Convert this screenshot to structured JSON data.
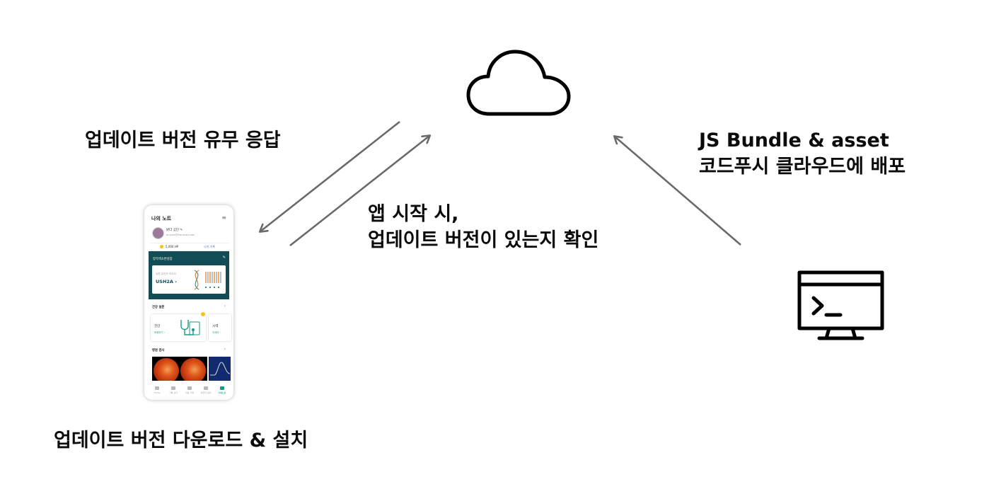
{
  "labels": {
    "update_response": "업데이트 버전 유무 응답",
    "app_start_line1": "앱 시작 시,",
    "app_start_line2": "업데이트 버전이 있는지 확인",
    "deploy_line1": "JS Bundle & asset",
    "deploy_line2": "코드푸시 클라우드에 배포",
    "download_install": "업데이트 버전 다운로드 & 설치"
  },
  "icons": {
    "cloud": "cloud-icon",
    "computer": "computer-terminal-icon",
    "phone": "phone-screenshot"
  },
  "colors": {
    "arrow": "#6a6a6a",
    "teal": "#124d55",
    "accent": "#1a9a86"
  },
  "phone": {
    "title": "나의 노트",
    "menu": "≡",
    "user_name": "밝다 공단 ✎",
    "user_email": "anyone@hansney.com",
    "points": "5,000 HP",
    "record": "나의 기록",
    "genetic_title": "망막색소변성증",
    "edit": "✎",
    "card_sub": "유전 유전자 보고서",
    "gene": "USH2A  ›",
    "health_section": "건강 설문",
    "health_arrow": "›",
    "diagnosis": "진단",
    "diagnosis_sub": "조회하기 ›",
    "vision": "시력",
    "vision_sub": "자세히 ›",
    "hospital_section": "병원 검사",
    "hospital_arrow": "›",
    "tabs": [
      {
        "label": "Home"
      },
      {
        "label": "기록 보기"
      },
      {
        "label": "치료 기술"
      },
      {
        "label": "유전자 검사"
      },
      {
        "label": "나의노트"
      }
    ]
  }
}
